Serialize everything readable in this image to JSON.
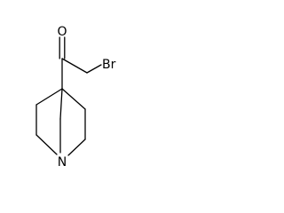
{
  "atoms": {
    "oxygen": "O",
    "bromine": "Br",
    "nitrogen": "N"
  }
}
